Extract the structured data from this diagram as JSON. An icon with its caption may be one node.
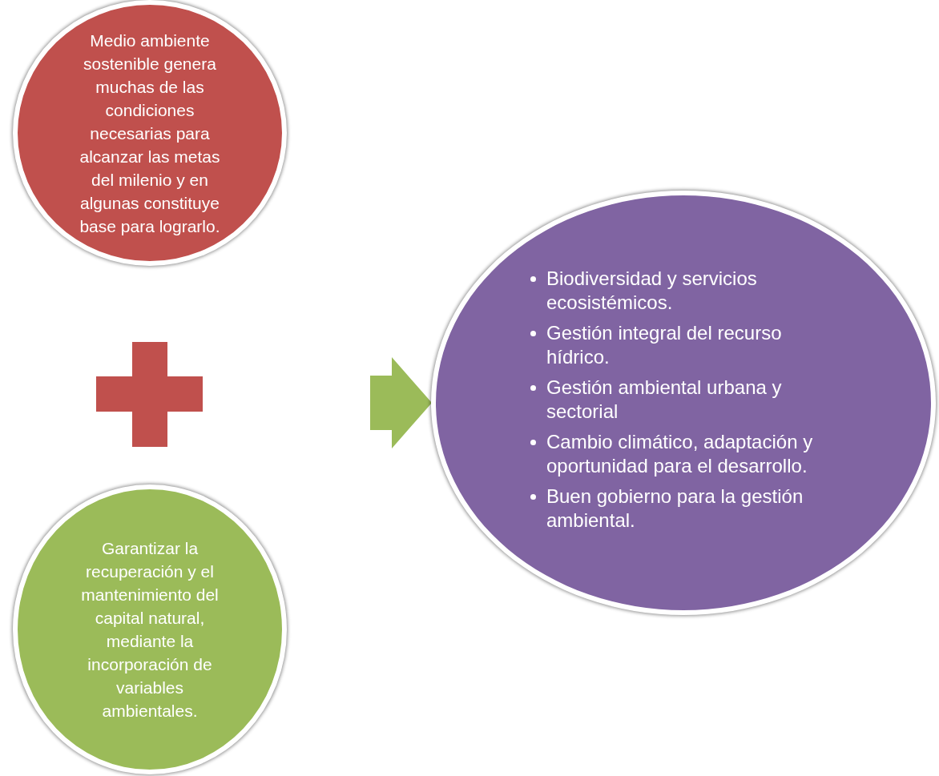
{
  "diagram": {
    "nodes": [
      {
        "text": [
          "Medio ambiente sostenible genera muchas de las condiciones necesarias para alcanzar las metas del milenio y en algunas constituye base para lograrlo."
        ]
      },
      {
        "text": [
          "Garantizar la recuperación y el mantenimiento del capital natural, mediante la incorporación de variables ambientales."
        ]
      },
      {
        "text": [
          "Biodiversidad y servicios ecosistémicos.",
          "Gestión integral del recurso hídrico.",
          "Gestión ambiental urbana y sectorial",
          "Cambio climático, adaptación y oportunidad para el desarrollo.",
          "Buen gobierno para la gestión ambiental."
        ]
      }
    ],
    "edges": [
      {
        "from": null,
        "to": 2,
        "arrow": "to"
      }
    ]
  }
}
